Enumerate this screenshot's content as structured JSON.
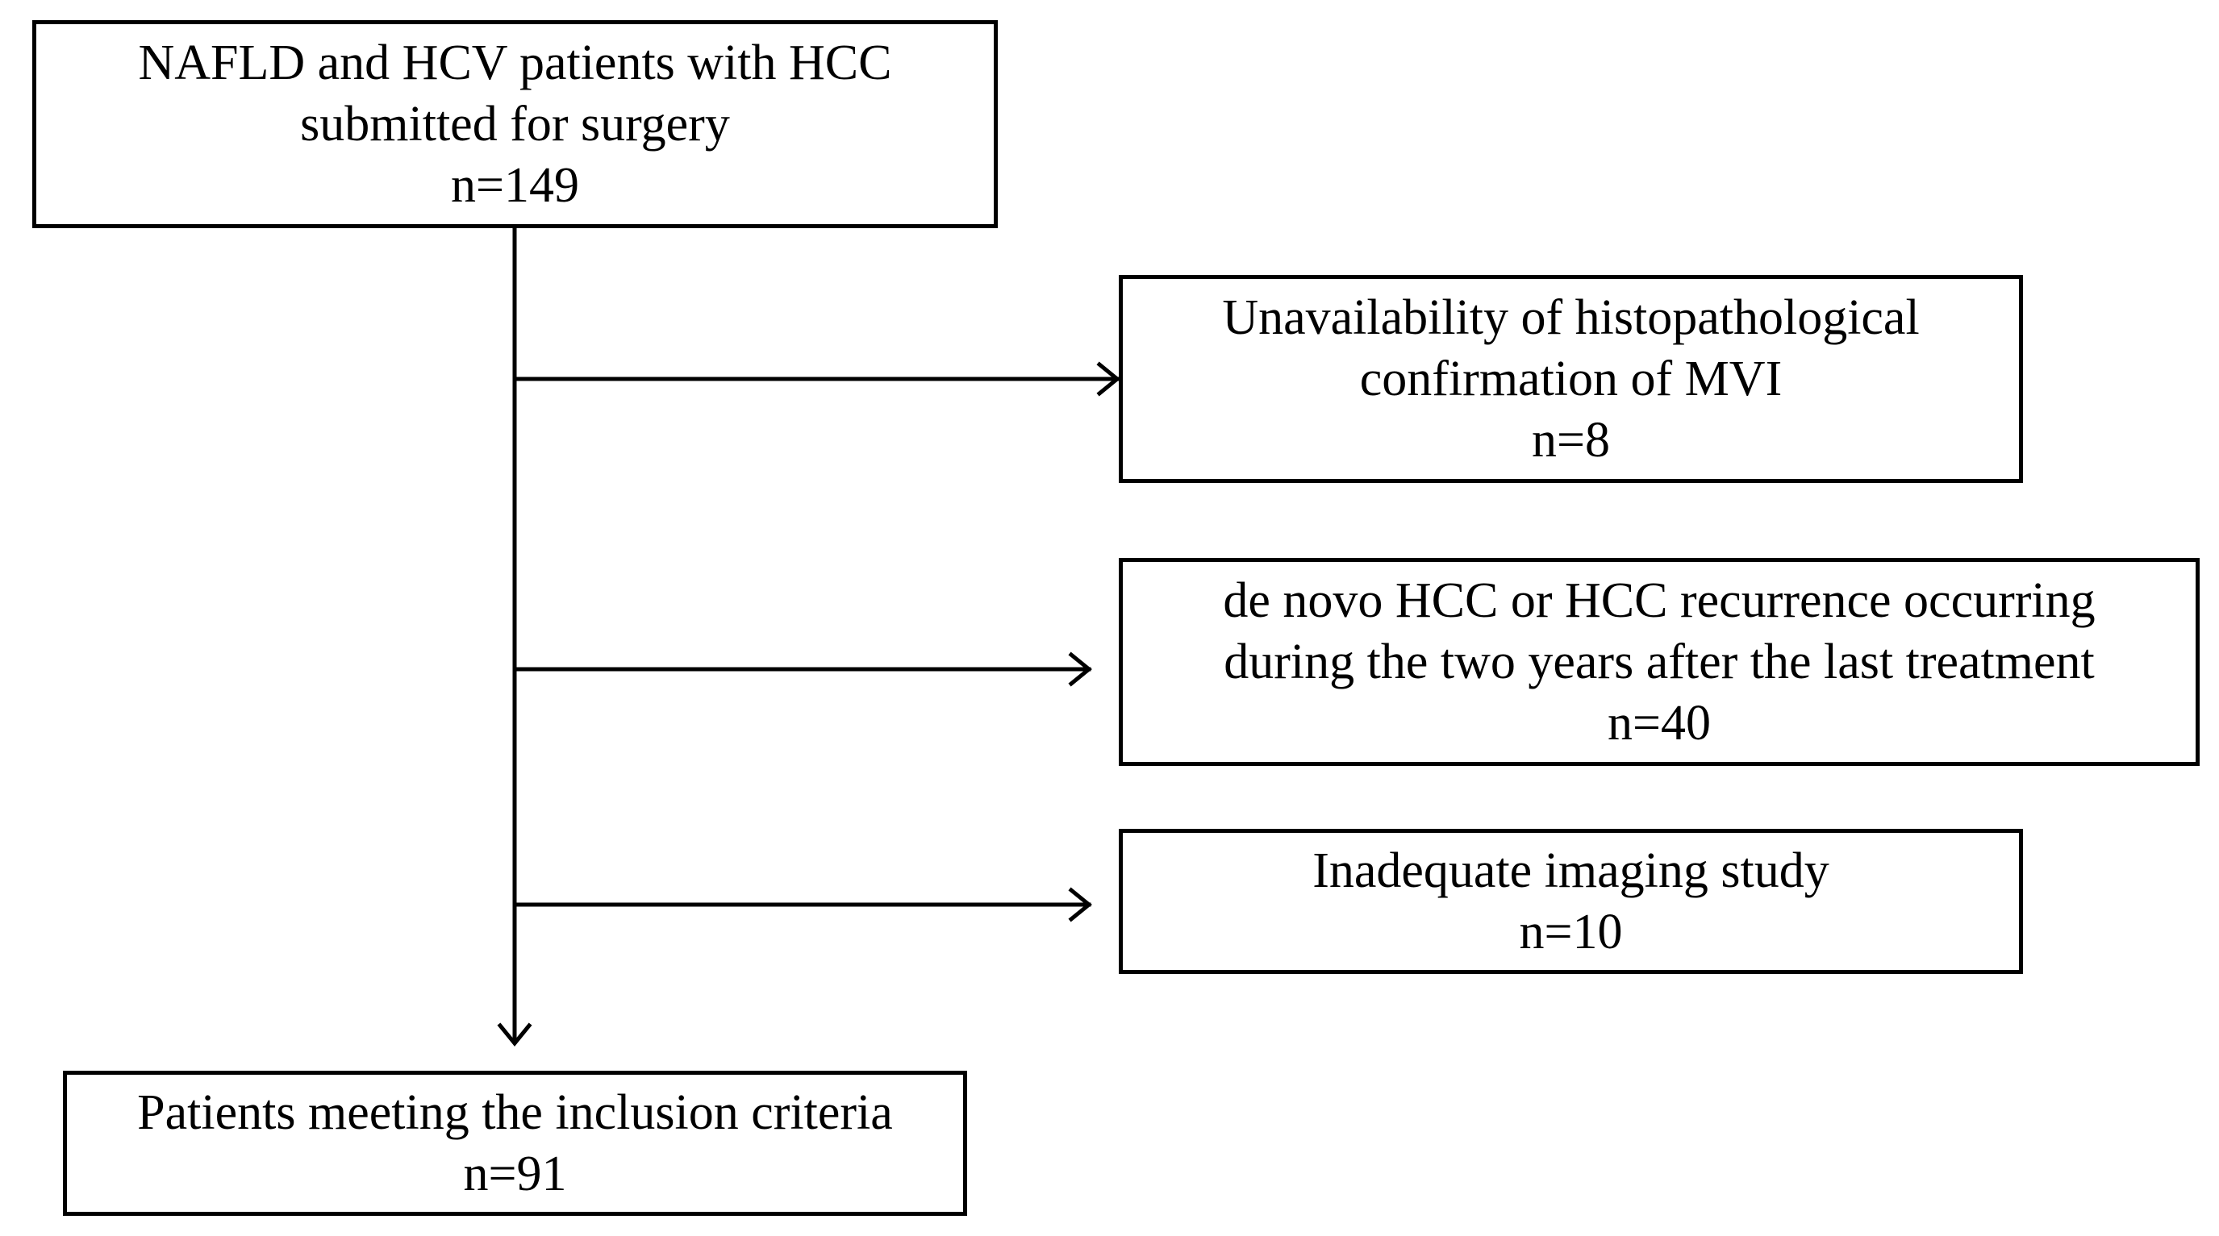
{
  "flowchart": {
    "start": {
      "lines": [
        "NAFLD and HCV patients with HCC",
        "submitted for surgery"
      ],
      "count": "n=149"
    },
    "exclusions": [
      {
        "lines": [
          "Unavailability of histopathological",
          "confirmation of MVI"
        ],
        "count": "n=8"
      },
      {
        "lines": [
          "de novo HCC or HCC recurrence occurring",
          "during the two years after the last treatment"
        ],
        "count": "n=40"
      },
      {
        "lines": [
          "Inadequate imaging study"
        ],
        "count": "n=10"
      }
    ],
    "end": {
      "lines": [
        "Patients meeting the inclusion criteria"
      ],
      "count": "n=91"
    }
  },
  "colors": {
    "stroke": "#000000",
    "background": "#ffffff"
  }
}
